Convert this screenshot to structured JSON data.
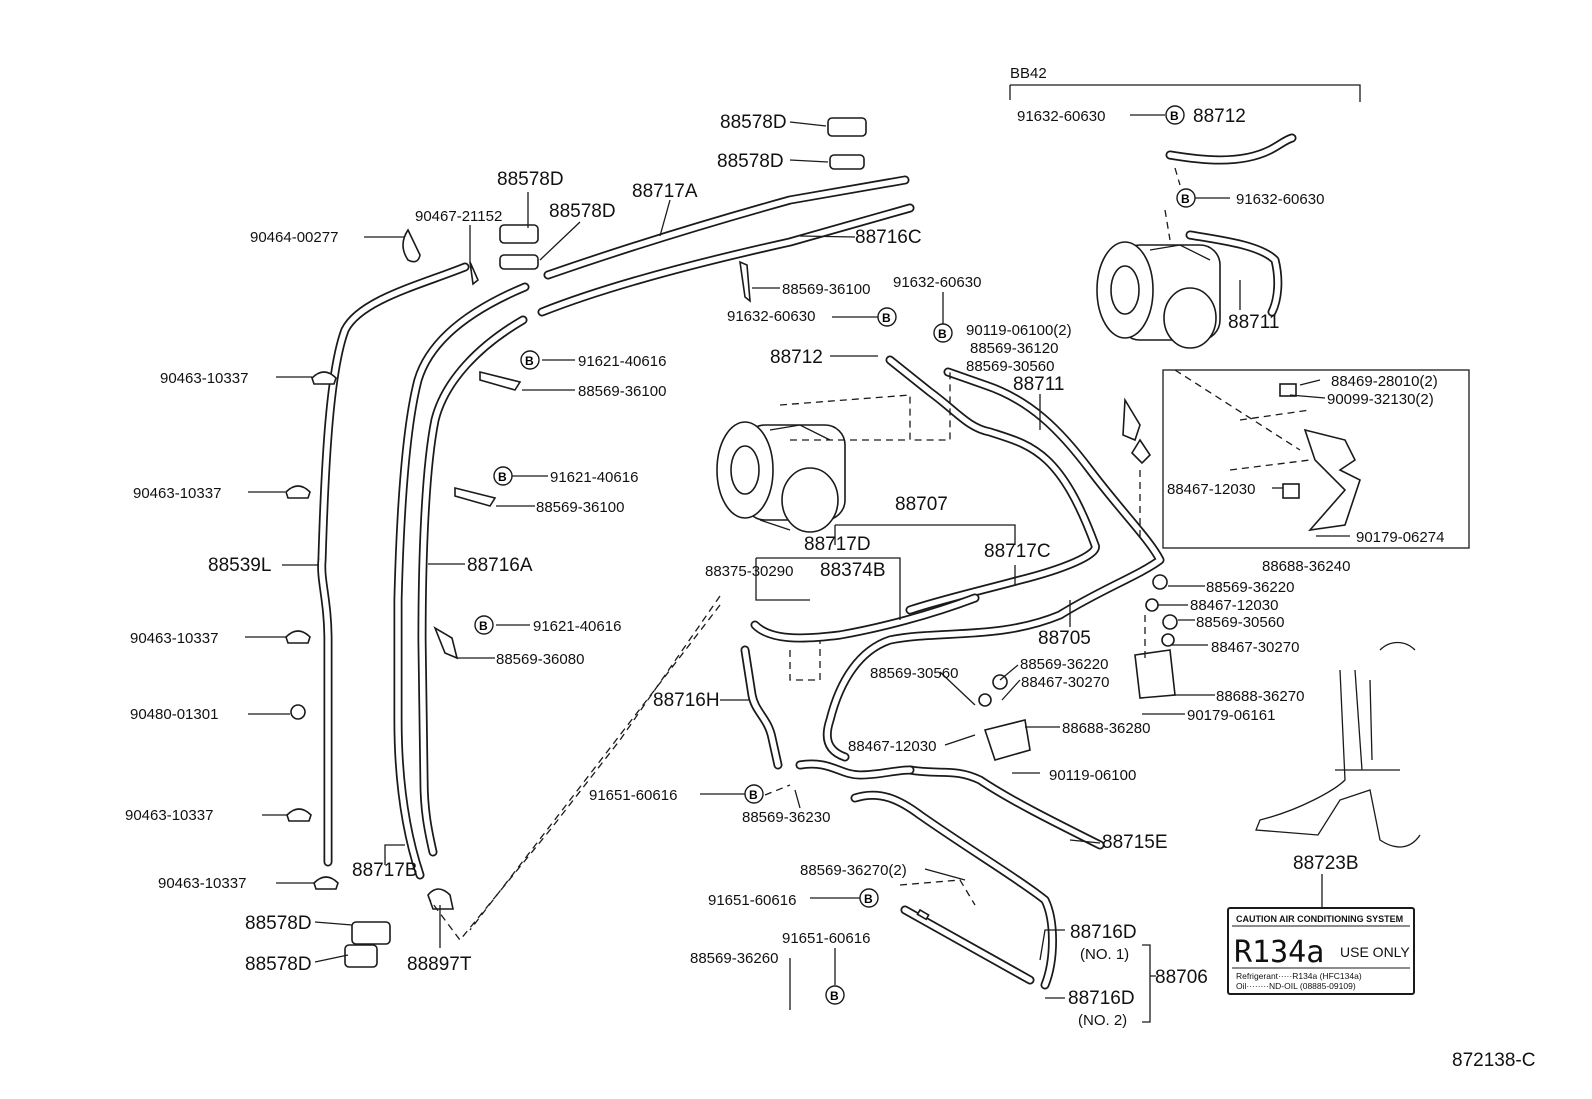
{
  "diagram_id": "872138-C",
  "model_group": "BB42",
  "bolt_symbol": "B",
  "parts": {
    "p88578D_1": "88578D",
    "p88578D_2": "88578D",
    "p88578D_3": "88578D",
    "p88578D_4": "88578D",
    "p88578D_5": "88578D",
    "p88578D_6": "88578D",
    "p88717A": "88717A",
    "p88716C": "88716C",
    "p90467_21152": "90467-21152",
    "p90464_00277": "90464-00277",
    "p90463_10337_1": "90463-10337",
    "p90463_10337_2": "90463-10337",
    "p90463_10337_3": "90463-10337",
    "p90463_10337_4": "90463-10337",
    "p90463_10337_5": "90463-10337",
    "p90480_01301": "90480-01301",
    "p88539L": "88539L",
    "p88716A": "88716A",
    "p88717B": "88717B",
    "p88897T": "88897T",
    "p91621_40616_1": "91621-40616",
    "p91621_40616_2": "91621-40616",
    "p91621_40616_3": "91621-40616",
    "p88569_36100_1": "88569-36100",
    "p88569_36100_2": "88569-36100",
    "p88569_36100_3": "88569-36100",
    "p88569_36080": "88569-36080",
    "p91632_60630_1": "91632-60630",
    "p91632_60630_2": "91632-60630",
    "p91632_60630_3": "91632-60630",
    "p91632_60630_4": "91632-60630",
    "p88712_1": "88712",
    "p88712_2": "88712",
    "p88711_1": "88711",
    "p88711_2": "88711",
    "p90119_06100_2": "90119-06100(2)",
    "p88569_36120": "88569-36120",
    "p88569_30560_1": "88569-30560",
    "p88469_28010": "88469-28010(2)",
    "p90099_32130": "90099-32130(2)",
    "p88467_12030_1": "88467-12030",
    "p90179_06274": "90179-06274",
    "p88688_36240": "88688-36240",
    "p88707": "88707",
    "p88717D": "88717D",
    "p88717C": "88717C",
    "p88375_30290": "88375-30290",
    "p88374B": "88374B",
    "p88705": "88705",
    "p88569_36220_1": "88569-36220",
    "p88467_12030_2": "88467-12030",
    "p88569_30560_2": "88569-30560",
    "p88467_30270_1": "88467-30270",
    "p88688_36270": "88688-36270",
    "p90179_06161": "90179-06161",
    "p88569_30560_3": "88569-30560",
    "p88569_36220_2": "88569-36220",
    "p88467_30270_2": "88467-30270",
    "p88688_36280": "88688-36280",
    "p88467_12030_3": "88467-12030",
    "p90119_06100": "90119-06100",
    "p88716H": "88716H",
    "p91651_60616_1": "91651-60616",
    "p88569_36230": "88569-36230",
    "p88715E": "88715E",
    "p88569_36270_2": "88569-36270(2)",
    "p91651_60616_2": "91651-60616",
    "p91651_60616_3": "91651-60616",
    "p88569_36260": "88569-36260",
    "p88716D_1": "88716D",
    "p88716D_1n": "(NO. 1)",
    "p88716D_2": "88716D",
    "p88716D_2n": "(NO. 2)",
    "p88706": "88706",
    "p88723B": "88723B"
  },
  "label_plate": {
    "caution": "CAUTION   AIR CONDITIONING SYSTEM",
    "refrigerant_big": "R134a",
    "use_only": "USE ONLY",
    "line1": "Refrigerant·····R134a (HFC134a)",
    "line2": "Oil········ND-OIL (08885-09109)"
  }
}
